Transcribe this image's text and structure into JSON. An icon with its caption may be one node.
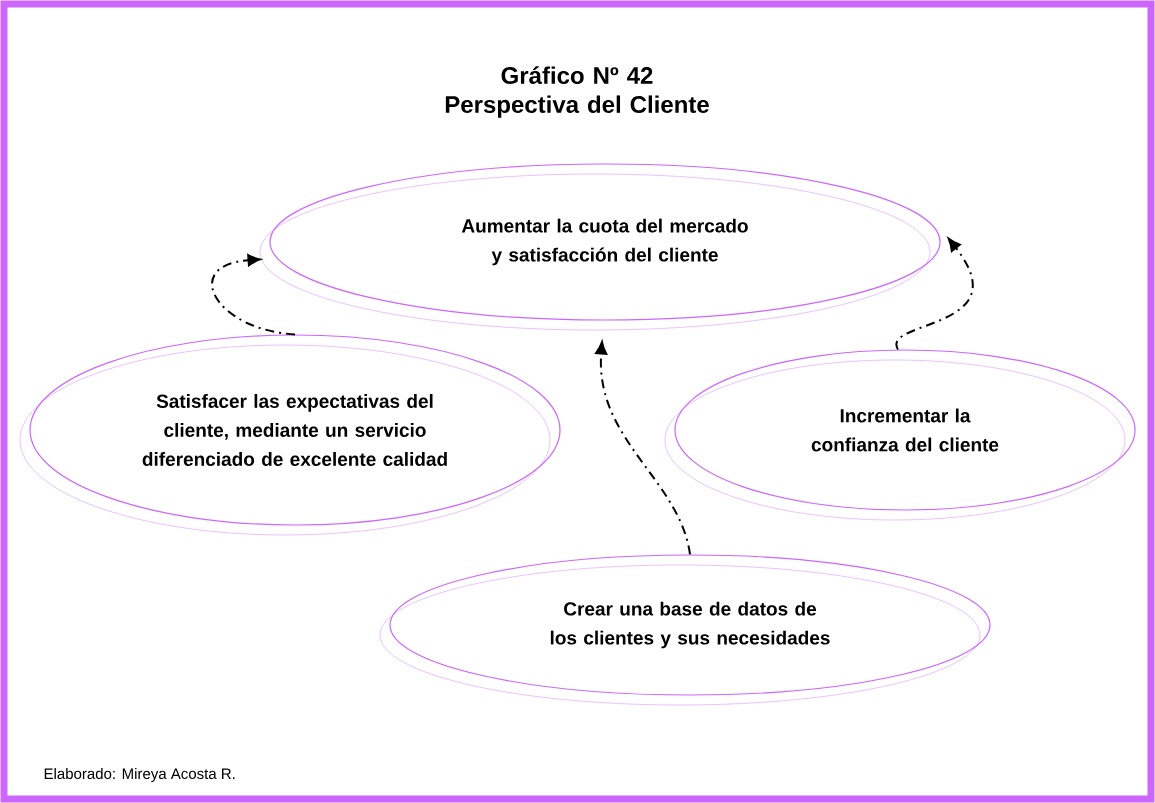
{
  "diagram": {
    "title": "Gráfico Nº 42 Perspectiva del Cliente",
    "caption": "Elaborado: Mireya Acosta R.",
    "nodes": [
      {
        "text": [
          "Aumentar la cuota del mercado y satisfacción del cliente"
        ]
      },
      {
        "text": [
          "Satisfacer las expectativas del cliente, mediante un servicio diferenciado de excelente calidad"
        ]
      },
      {
        "text": [
          "Incrementar la confianza del cliente"
        ]
      },
      {
        "text": [
          "Crear una base de datos de los clientes y sus necesidades"
        ]
      }
    ],
    "edges": [
      {
        "from": 1,
        "to": 0,
        "arrow": "to",
        "style": "dashed"
      },
      {
        "from": 3,
        "to": 0,
        "arrow": "to",
        "style": "dashed"
      },
      {
        "from": 2,
        "to": 0,
        "arrow": "to",
        "style": "dashed"
      }
    ]
  }
}
